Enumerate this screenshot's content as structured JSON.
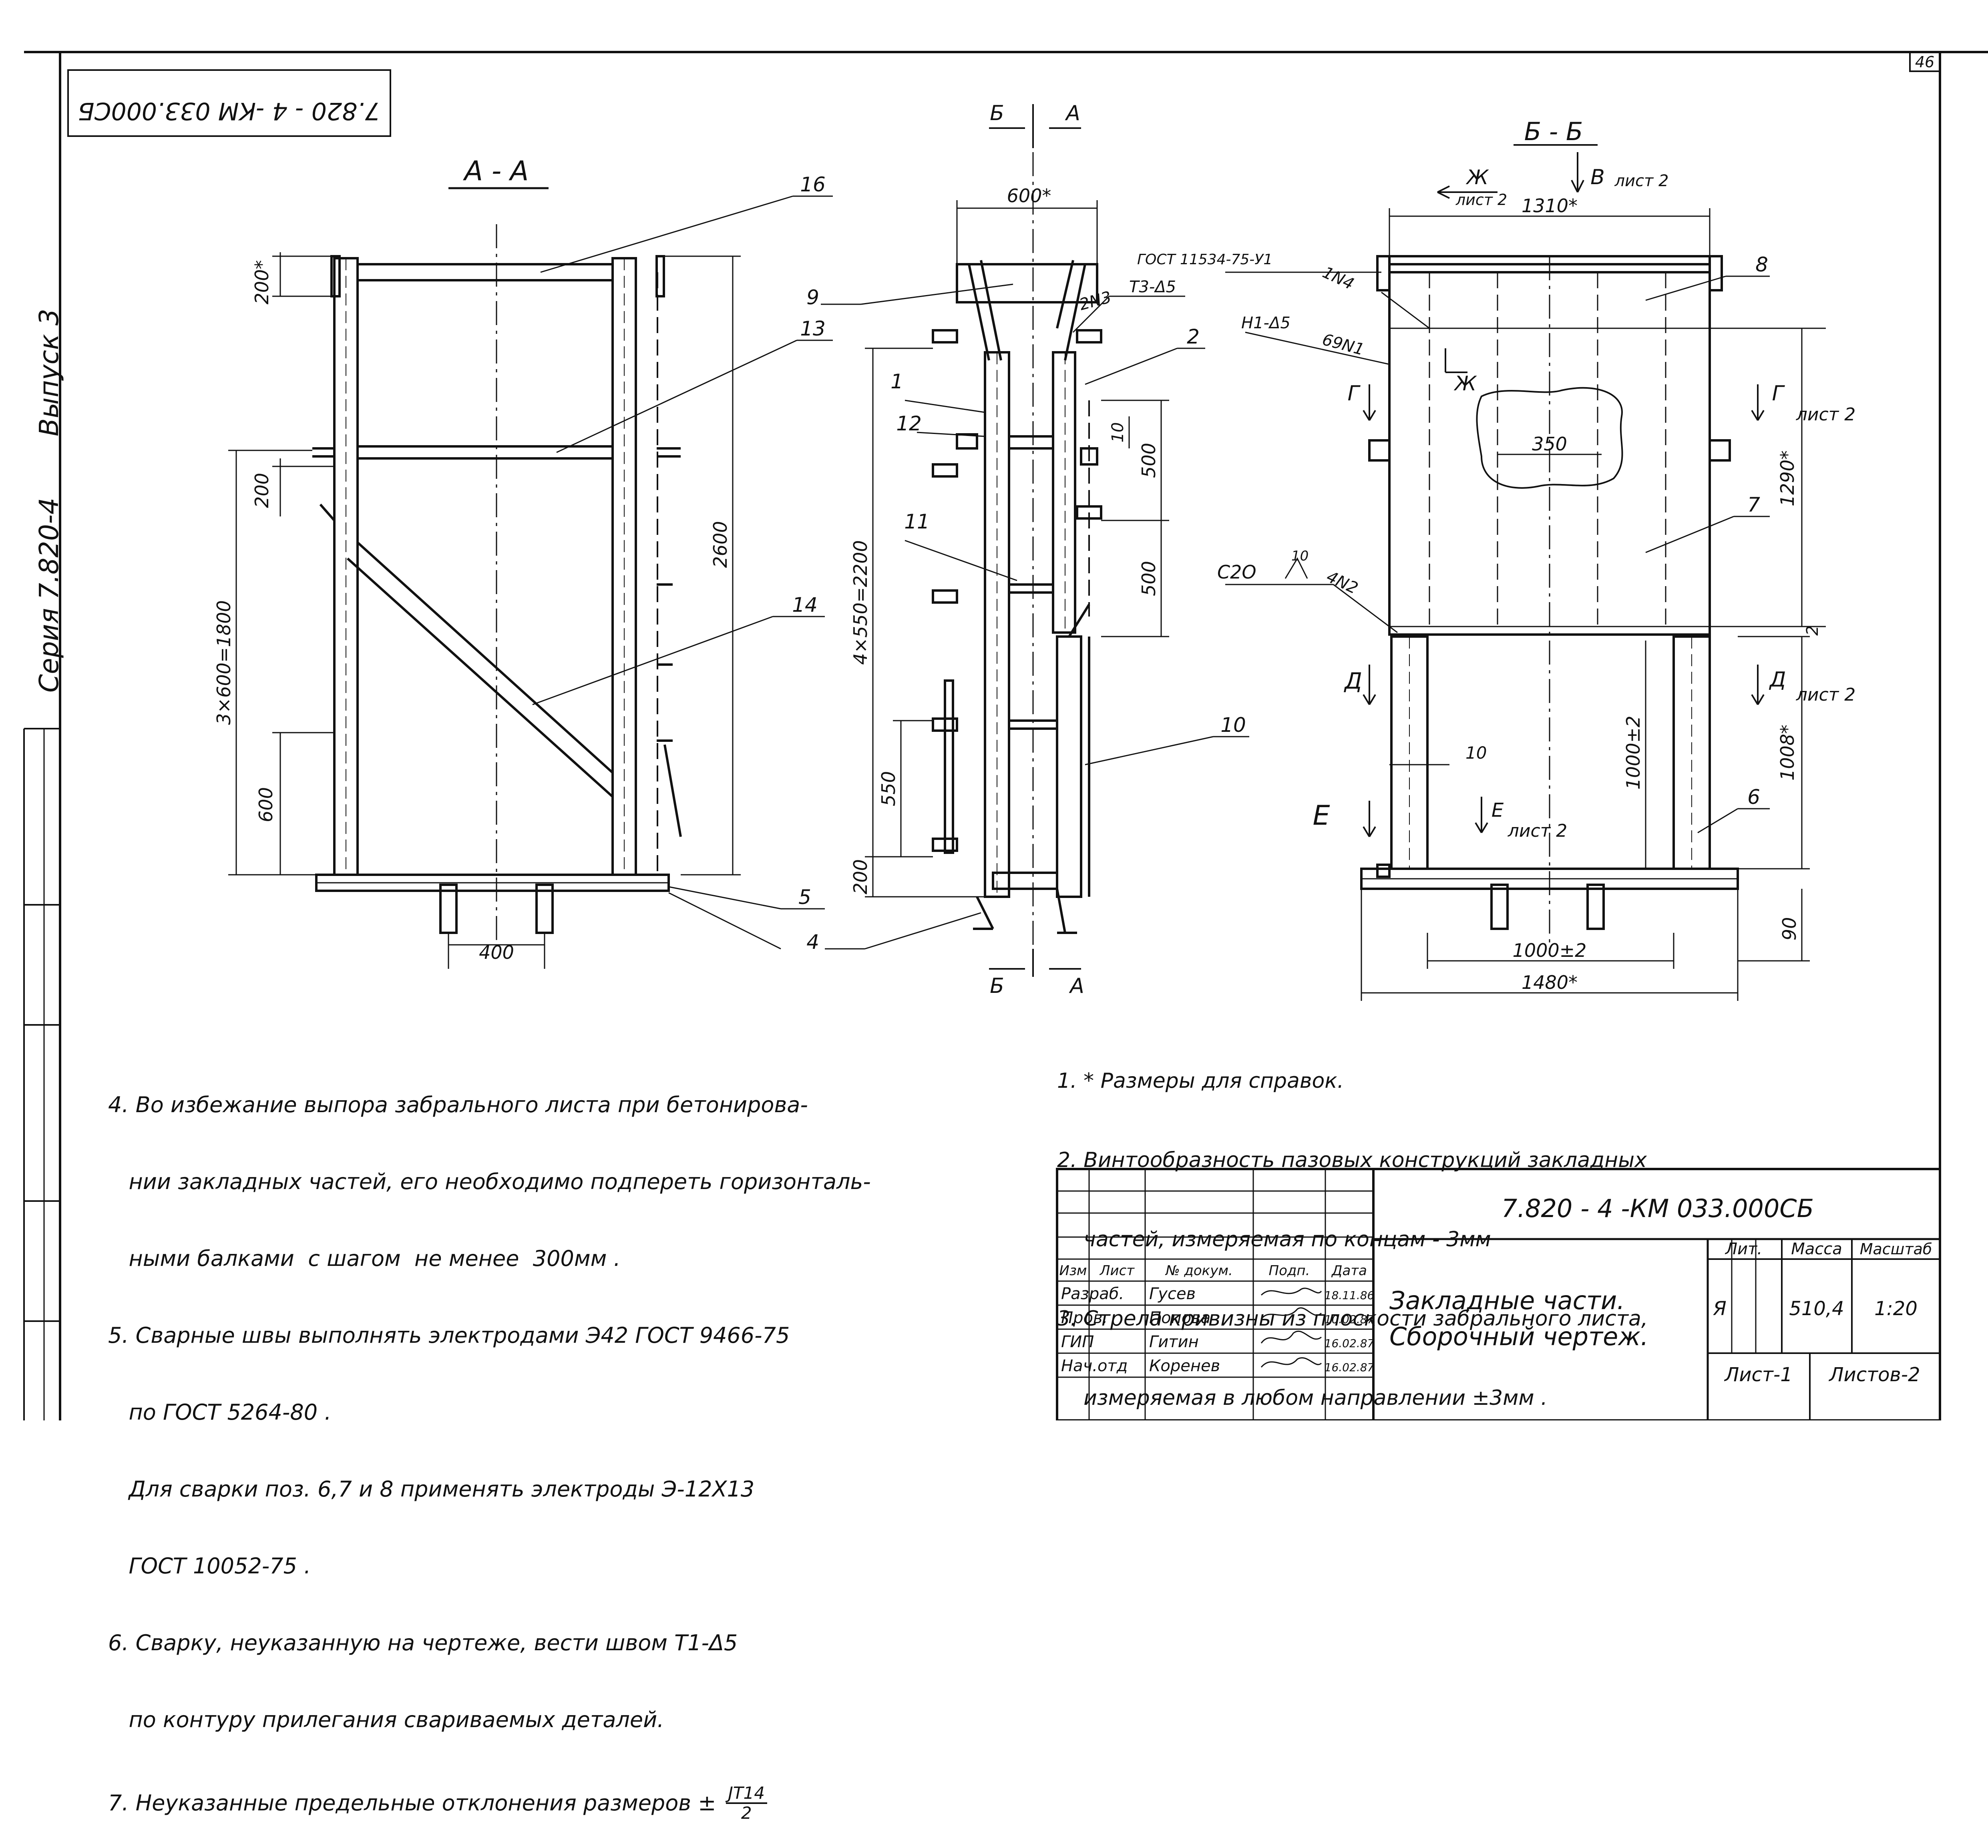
{
  "sheet": {
    "page_number": "46",
    "doc_code_rotated": "7.820 - 4 -КМ 033.000СБ",
    "side_series": "Серия 7.820-4",
    "side_issue": "Выпуск 3"
  },
  "views": {
    "section_aa": {
      "title": "А - А",
      "dims": [
        "200*",
        "200",
        "3×600=1800",
        "600",
        "2600",
        "400"
      ],
      "positions": [
        "16",
        "13",
        "14",
        "5",
        "4"
      ]
    },
    "section_side": {
      "cut_top_left": "Б",
      "cut_top_right": "А",
      "cut_bottom_left": "Б",
      "cut_bottom_right": "А",
      "dims": [
        "600*",
        "4×550=2200",
        "550",
        "200",
        "10",
        "500",
        "500"
      ],
      "positions": [
        "9",
        "1",
        "12",
        "11",
        "2",
        "10"
      ],
      "weld_labels": [
        "2N3",
        "Т3-Δ5"
      ]
    },
    "section_bb": {
      "title": "Б - Б",
      "dims": [
        "1310*",
        "350",
        "1290*",
        "1000±2",
        "1008*",
        "10",
        "1000±2",
        "1480*",
        "90",
        "2"
      ],
      "positions": [
        "8",
        "7",
        "6"
      ],
      "weld_labels": [
        "ГОСТ 11534-75-У1",
        "1N4",
        "Н1-Δ5",
        "69N1",
        "С2О",
        "10",
        "4N2"
      ],
      "views": {
        "zh_top": "Ж",
        "zh_top_sub": "лист 2",
        "v": "В",
        "v_sub": "лист 2",
        "zh_inner": "Ж",
        "g_left": "Г",
        "g_right": "Г",
        "g_sub": "лист 2",
        "d_left": "Д",
        "d_right": "Д",
        "d_sub": "лист 2",
        "e_left": "Е",
        "e_inner": "Е",
        "e_sub": "лист 2"
      }
    }
  },
  "notes_right": [
    "1. * Размеры для справок.",
    "2. Винтообразность пазовых конструкций закладных",
    "    частей, измеряемая по концам - 3мм",
    "3. Стрела кривизны из плоскости забрального листа,",
    "    измеряемая в любом направлении ±3мм ."
  ],
  "notes_left": [
    "4. Во избежание выпора забрального листа при бетонирова-",
    "   нии закладных частей, его необходимо подпереть горизонталь-",
    "   ными балками  с шагом  не менее  300мм .",
    "5. Сварные швы выполнять электродами Э42 ГОСТ 9466-75",
    "   по ГОСТ 5264-80 .",
    "   Для сварки поз. 6,7 и 8 применять электроды Э-12Х13",
    "   ГОСТ 10052-75 .",
    "6. Сварку, неуказанную на чертеже, вести швом Т1-Δ5",
    "   по контуру прилегания свариваемых деталей.",
    "7. Неуказанные предельные отклонения размеров ±"
  ],
  "tolerance": {
    "numerator": "JT14",
    "denominator": "2"
  },
  "title_block": {
    "doc_code": "7.820 - 4 -КМ 033.000СБ",
    "title_line1": "Закладные части.",
    "title_line2": "Сборочный чертеж.",
    "headers": [
      "Изм",
      "Лист",
      "№ докум.",
      "Подп.",
      "Дата"
    ],
    "rows": [
      {
        "role": "Разраб.",
        "name": "Гусев",
        "date": "18.11.86"
      },
      {
        "role": "Пров.",
        "name": "Попова",
        "date": "10.02.87"
      },
      {
        "role": "ГИП",
        "name": "Гитин",
        "date": "16.02.87"
      },
      {
        "role": "Нач.отд",
        "name": "Коренев",
        "date": "16.02.87"
      }
    ],
    "lit_header": "Лит.",
    "mass_header": "Масса",
    "scale_header": "Масштаб",
    "lit": "Я",
    "mass": "510,4",
    "scale": "1:20",
    "sheet": "Лист-1",
    "sheets": "Листов-2"
  }
}
